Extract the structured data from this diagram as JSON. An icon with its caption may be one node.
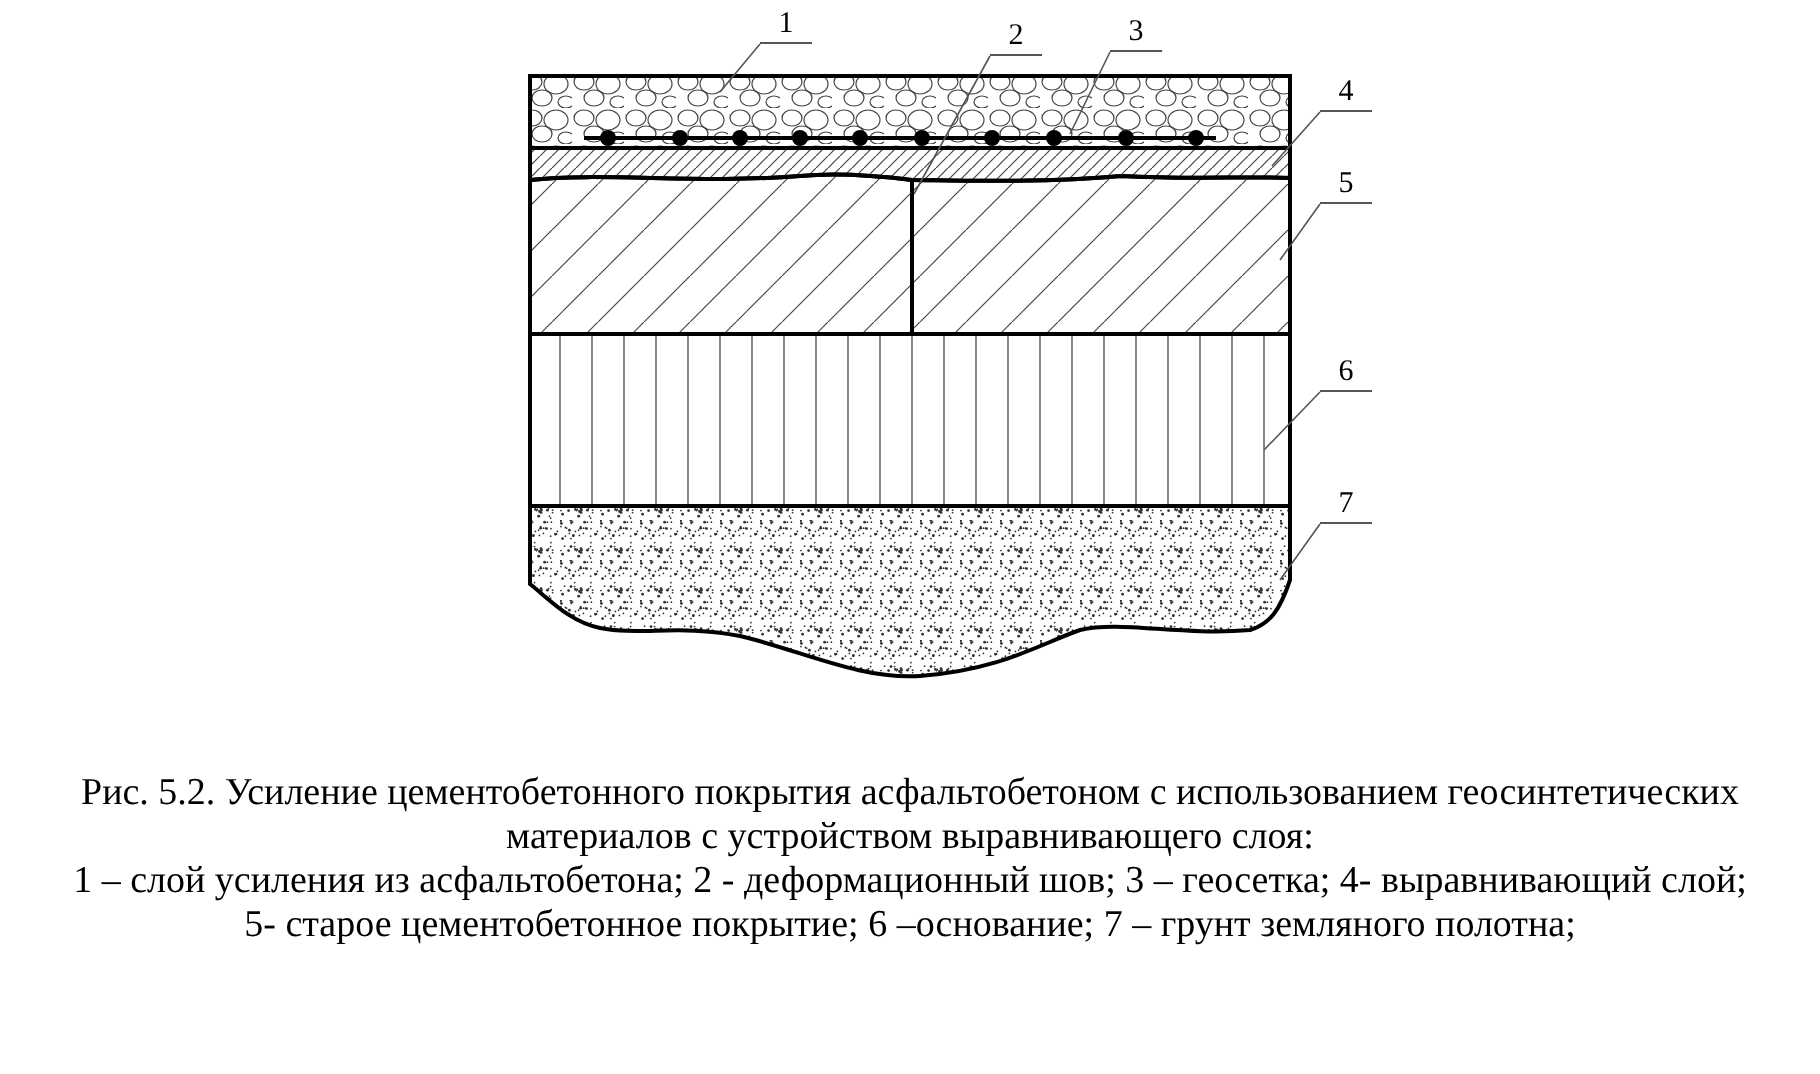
{
  "diagram": {
    "caption": "Рис. 5.2. Усиление цементобетонного покрытия асфальтобетоном с использованием геосинтетических материалов с устройством выравнивающего слоя:",
    "nodes": [
      {
        "text": [
          "1"
        ]
      },
      {
        "text": [
          "2"
        ]
      },
      {
        "text": [
          "3"
        ]
      },
      {
        "text": [
          "4"
        ]
      },
      {
        "text": [
          "5"
        ]
      },
      {
        "text": [
          "6"
        ]
      },
      {
        "text": [
          "7"
        ]
      },
      {
        "text": [],
        "shape": "box"
      },
      {
        "text": [],
        "shape": "bar",
        "in": 7
      },
      {
        "text": [],
        "shape": "box"
      },
      {
        "text": [],
        "shape": "box"
      },
      {
        "text": [],
        "shape": "bar",
        "in": 10
      },
      {
        "text": [],
        "shape": "box"
      },
      {
        "text": [],
        "shape": "box"
      }
    ],
    "edges": [
      {
        "from": 0,
        "to": 7,
        "arrow": "none"
      },
      {
        "from": 1,
        "to": 11,
        "arrow": "none"
      },
      {
        "from": 2,
        "to": 8,
        "arrow": "none"
      },
      {
        "from": 3,
        "to": 9,
        "arrow": "none"
      },
      {
        "from": 4,
        "to": 10,
        "arrow": "none"
      },
      {
        "from": 5,
        "to": 12,
        "arrow": "none"
      },
      {
        "from": 6,
        "to": 13,
        "arrow": "none"
      }
    ],
    "labels": [
      "1 – слой усиления из асфальтобетона; 2 - деформационный шов; 3 – геосетка; 4- выравнивающий слой; 5- старое цементобетонное покрытие; 6 –основание; 7 – грунт земляного полотна;"
    ]
  }
}
